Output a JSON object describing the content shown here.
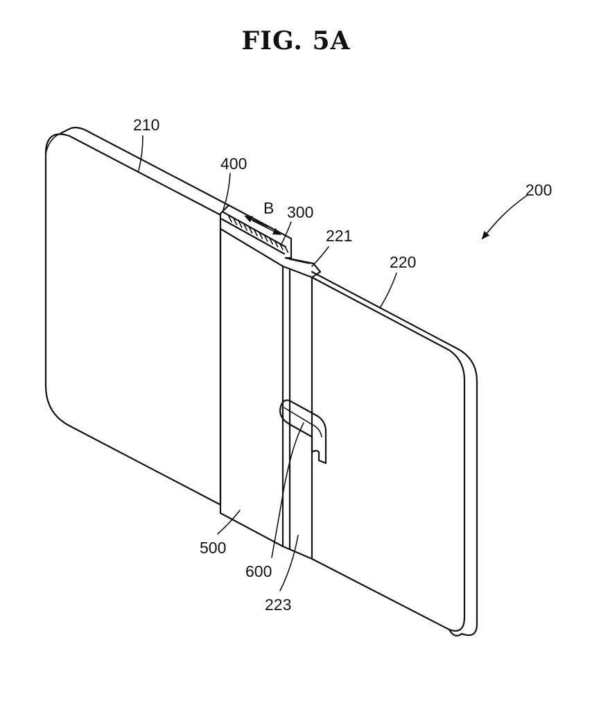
{
  "figure": {
    "title": "FIG.  5A",
    "labels": {
      "device": "200",
      "body_left": "210",
      "body_right": "220",
      "slot_top": "221",
      "strip_right": "223",
      "hinge": "300",
      "cover_top": "400",
      "cover_strip": "500",
      "tab": "600",
      "arrow": "B"
    }
  }
}
